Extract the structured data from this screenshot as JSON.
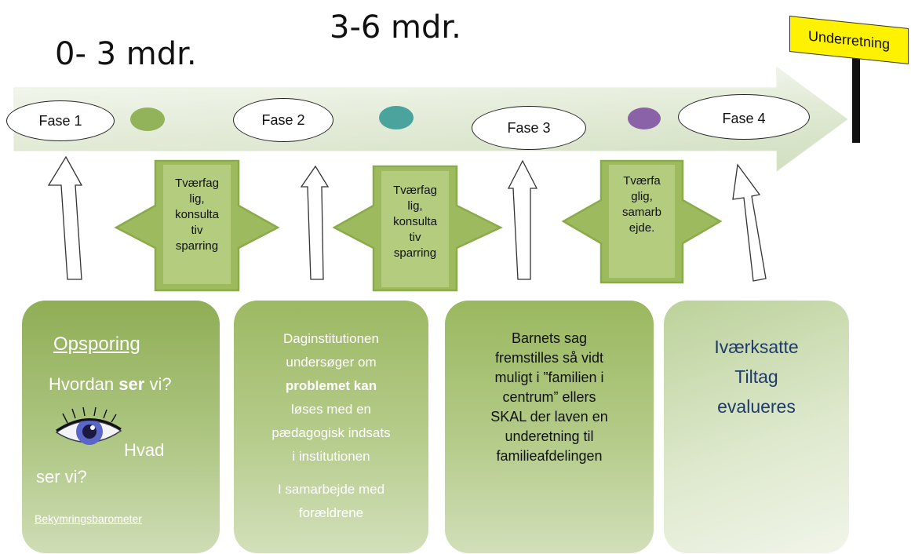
{
  "timeline": {
    "periods": [
      "0- 3 mdr.",
      "3-6 mdr."
    ],
    "phases": [
      "Fase 1",
      "Fase 2",
      "Fase 3",
      "Fase 4"
    ],
    "dot_colors": [
      "#92b35a",
      "#4aa39c",
      "#8a62a8"
    ],
    "flag_label": "Underretning",
    "arrow_color": "#dfe8d4"
  },
  "connectors": [
    {
      "lines": [
        "Tværfag",
        "lig,",
        "konsulta",
        "tiv",
        "sparring"
      ]
    },
    {
      "lines": [
        "Tværfag",
        "lig,",
        "konsulta",
        "tiv",
        "sparring"
      ]
    },
    {
      "lines": [
        "Tværfa",
        "glig,",
        "samarb",
        "ejde."
      ]
    }
  ],
  "boxes": {
    "box1": {
      "heading": "Opsporing",
      "question1_pre": "Hvordan ",
      "question1_bold": "ser",
      "question1_post": " vi?",
      "question2_a": "Hvad",
      "question2_b": "ser vi?",
      "link": "Bekymringsbarometer"
    },
    "box2": {
      "l1": "Daginstitutionen",
      "l2": "undersøger om",
      "l3_bold": "problemet kan",
      "l4": "løses med en",
      "l5": "pædagogisk indsats",
      "l6": "i institutionen",
      "l7": "I samarbejde med",
      "l8": "forældrene"
    },
    "box3": {
      "lines": [
        "Barnets sag",
        "fremstilles så vidt",
        "muligt i ”familien i",
        "centrum” ellers",
        "SKAL der laven en",
        "underetning til",
        "familieafdelingen"
      ]
    },
    "box4": {
      "lines": [
        "Iværksatte",
        "Tiltag",
        "evalueres"
      ]
    }
  },
  "colors": {
    "green_dark": "#8aab4a",
    "green_light": "#c9dba8",
    "box4_text": "#1f3b6b"
  }
}
